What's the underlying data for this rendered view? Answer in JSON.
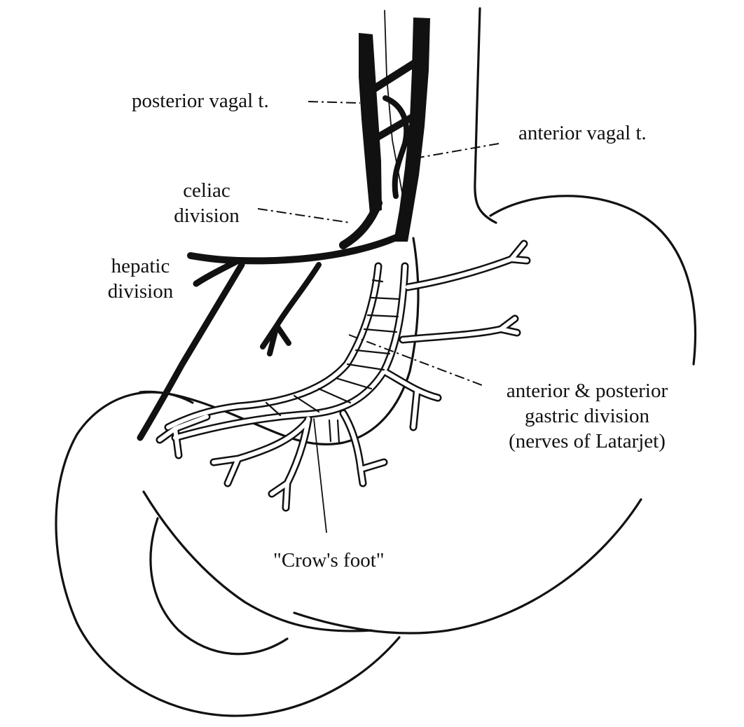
{
  "figure": {
    "subject": "Vagal innervation of the stomach",
    "line_color": "#111111",
    "background_color": "#ffffff"
  },
  "labels": {
    "posterior_vagal_trunk": "posterior vagal t.",
    "anterior_vagal_trunk": "anterior vagal t.",
    "celiac_division": [
      "celiac",
      "division"
    ],
    "hepatic_division": [
      "hepatic",
      "division"
    ],
    "gastric_division": [
      "anterior & posterior",
      "gastric division",
      "(nerves of Latarjet)"
    ],
    "crows_foot": "\"Crow's foot\""
  },
  "structures": [
    "esophagus",
    "stomach",
    "posterior vagal trunk",
    "anterior vagal trunk",
    "celiac branch",
    "hepatic branch",
    "nerves of Latarjet",
    "crow's foot branches",
    "pylorus / duodenum"
  ]
}
